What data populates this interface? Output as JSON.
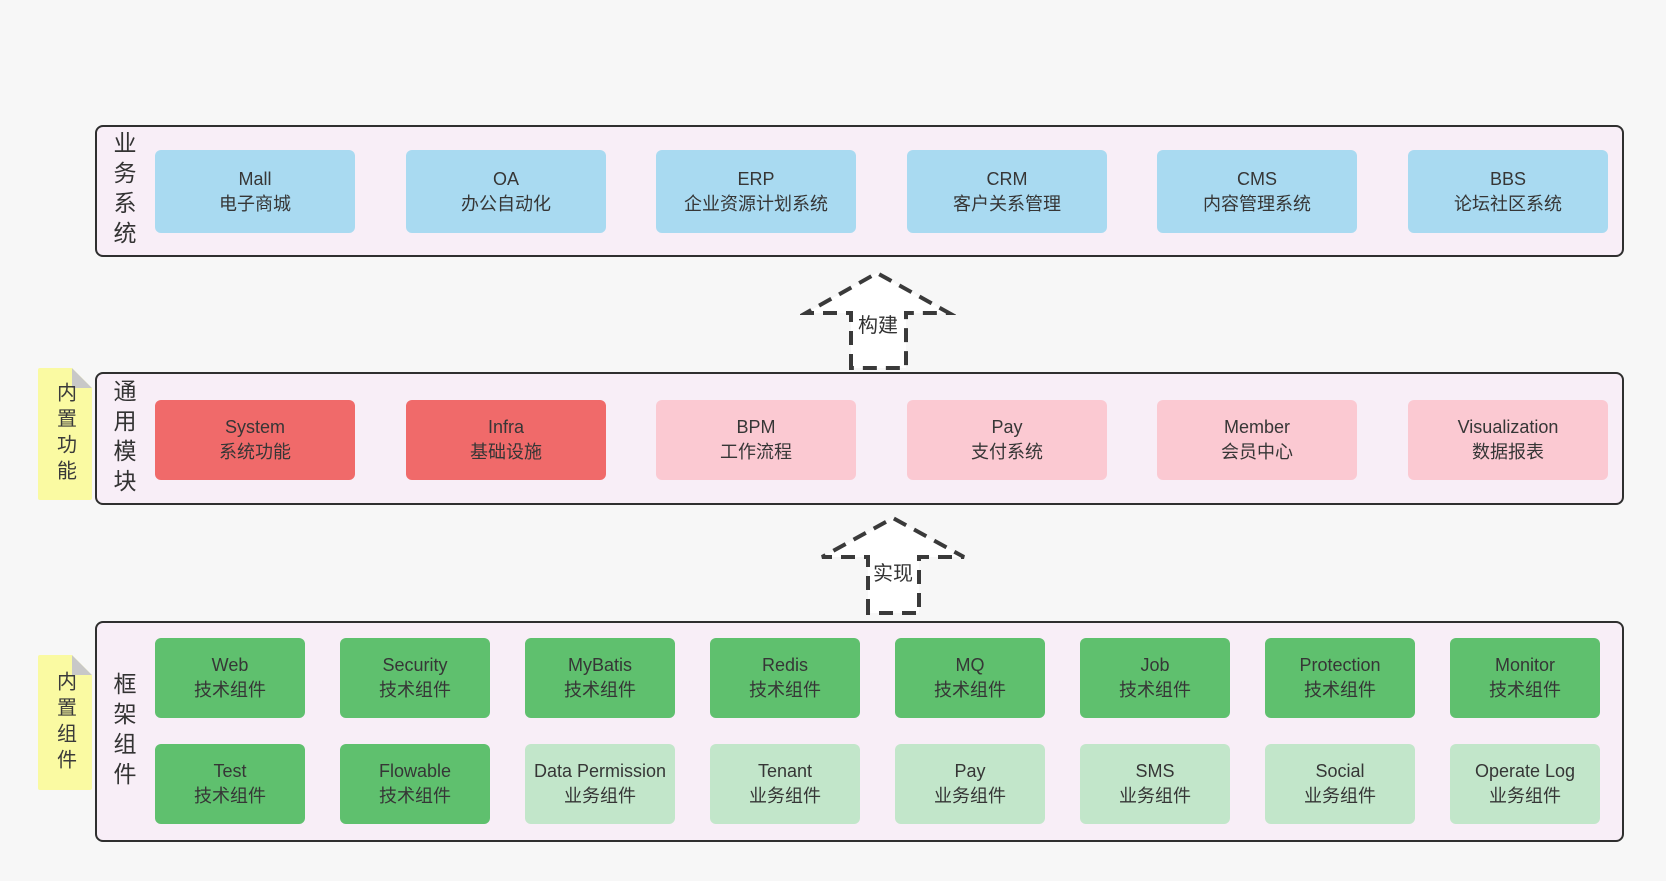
{
  "layers": [
    {
      "label": "业务系统",
      "boxes": [
        {
          "title": "Mall",
          "subtitle": "电子商城"
        },
        {
          "title": "OA",
          "subtitle": "办公自动化"
        },
        {
          "title": "ERP",
          "subtitle": "企业资源计划系统"
        },
        {
          "title": "CRM",
          "subtitle": "客户关系管理"
        },
        {
          "title": "CMS",
          "subtitle": "内容管理系统"
        },
        {
          "title": "BBS",
          "subtitle": "论坛社区系统"
        }
      ]
    },
    {
      "label": "通用模块",
      "note": "内置功能",
      "boxes": [
        {
          "title": "System",
          "subtitle": "系统功能"
        },
        {
          "title": "Infra",
          "subtitle": "基础设施"
        },
        {
          "title": "BPM",
          "subtitle": "工作流程"
        },
        {
          "title": "Pay",
          "subtitle": "支付系统"
        },
        {
          "title": "Member",
          "subtitle": "会员中心"
        },
        {
          "title": "Visualization",
          "subtitle": "数据报表"
        }
      ]
    },
    {
      "label": "框架组件",
      "note": "内置组件",
      "rows": [
        [
          {
            "title": "Web",
            "subtitle": "技术组件"
          },
          {
            "title": "Security",
            "subtitle": "技术组件"
          },
          {
            "title": "MyBatis",
            "subtitle": "技术组件"
          },
          {
            "title": "Redis",
            "subtitle": "技术组件"
          },
          {
            "title": "MQ",
            "subtitle": "技术组件"
          },
          {
            "title": "Job",
            "subtitle": "技术组件"
          },
          {
            "title": "Protection",
            "subtitle": "技术组件"
          },
          {
            "title": "Monitor",
            "subtitle": "技术组件"
          }
        ],
        [
          {
            "title": "Test",
            "subtitle": "技术组件"
          },
          {
            "title": "Flowable",
            "subtitle": "技术组件"
          },
          {
            "title": "Data Permission",
            "subtitle": "业务组件"
          },
          {
            "title": "Tenant",
            "subtitle": "业务组件"
          },
          {
            "title": "Pay",
            "subtitle": "业务组件"
          },
          {
            "title": "SMS",
            "subtitle": "业务组件"
          },
          {
            "title": "Social",
            "subtitle": "业务组件"
          },
          {
            "title": "Operate Log",
            "subtitle": "业务组件"
          }
        ]
      ]
    }
  ],
  "arrows": [
    {
      "label": "构建"
    },
    {
      "label": "实现"
    }
  ],
  "colors": {
    "background": "#f7f7f7",
    "panel_fill": "#f8eef7",
    "panel_border": "#2f2f2f",
    "blue_box": "#a9daf1",
    "red_box": "#f06a6a",
    "pink_box": "#fbc9d2",
    "green_box": "#5fc06e",
    "light_green_box": "#c2e6ca",
    "note_yellow": "#fafaa2"
  }
}
